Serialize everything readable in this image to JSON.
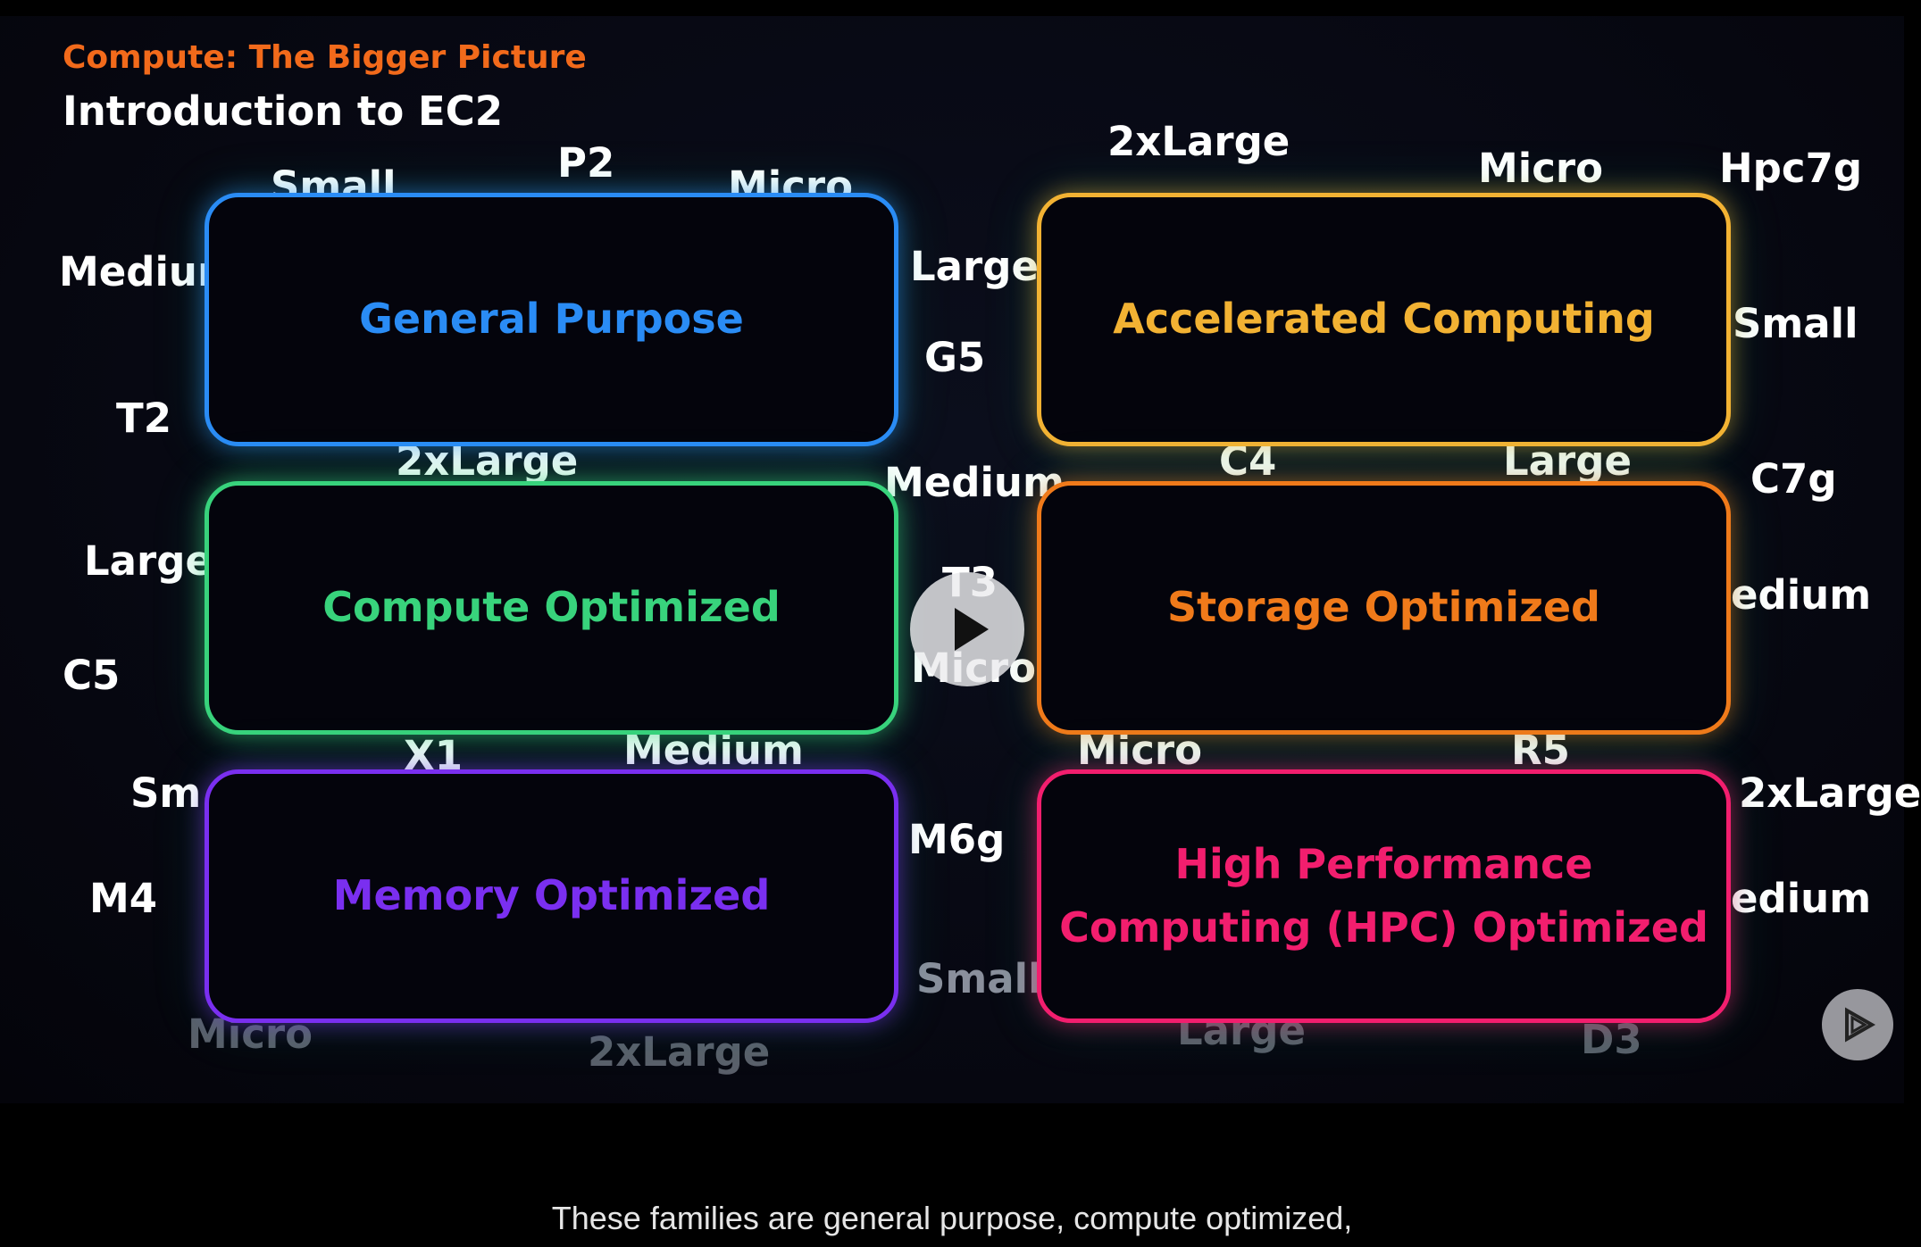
{
  "header": {
    "course_title": "Compute: The Bigger Picture",
    "module_title": "Introduction to EC2"
  },
  "families": {
    "general": {
      "label": "General Purpose",
      "color": "#2a8cf5"
    },
    "accelerated": {
      "label": "Accelerated Computing",
      "color": "#f2b233"
    },
    "compute": {
      "label": "Compute Optimized",
      "color": "#38d37c"
    },
    "storage": {
      "label": "Storage Optimized",
      "color": "#f07a1a"
    },
    "memory": {
      "label": "Memory Optimized",
      "color": "#7a2ff0"
    },
    "hpc": {
      "label_line1": "High Performance",
      "label_line2": "Computing (HPC) Optimized",
      "color": "#f21e6e"
    }
  },
  "tags": {
    "t_small_top": "Small",
    "t_p2": "P2",
    "t_micro_top": "Micro",
    "t_medium_left": "Mediur",
    "t_t2": "T2",
    "t_large_mid": "Large",
    "t_g5": "G5",
    "t_2xlarge_top": "2xLarge",
    "t_micro_tr": "Micro",
    "t_hpc7g": "Hpc7g",
    "t_small_right": "Small",
    "t_2xlarge_row2": "2xLarge",
    "t_medium_center": "Medium",
    "t_c4": "C4",
    "t_large_row2": "Large",
    "t_c7g": "C7g",
    "t_large_left": "Large",
    "t_c5": "C5",
    "t_t3": "T3",
    "t_micro_center": "Micro",
    "t_medium_right": "edium",
    "t_x1": "X1",
    "t_medium_row3": "Medium",
    "t_micro_row3": "Micro",
    "t_r5": "R5",
    "t_sma_left": "Sm",
    "t_2xlarge_right": "2xLarge",
    "t_m6g": "M6g",
    "t_m4": "M4",
    "t_medium_right2": "edium",
    "t_small_bottom": "Small",
    "t_micro_bottom": "Micro",
    "t_2xlarge_bottom": "2xLarge",
    "t_large_bottom": "Large",
    "t_d3": "D3"
  },
  "player": {
    "play_icon": "play-icon",
    "corner_icon": "pluralsight-play-icon"
  },
  "caption": {
    "text": "These families are general purpose, compute optimized,"
  }
}
